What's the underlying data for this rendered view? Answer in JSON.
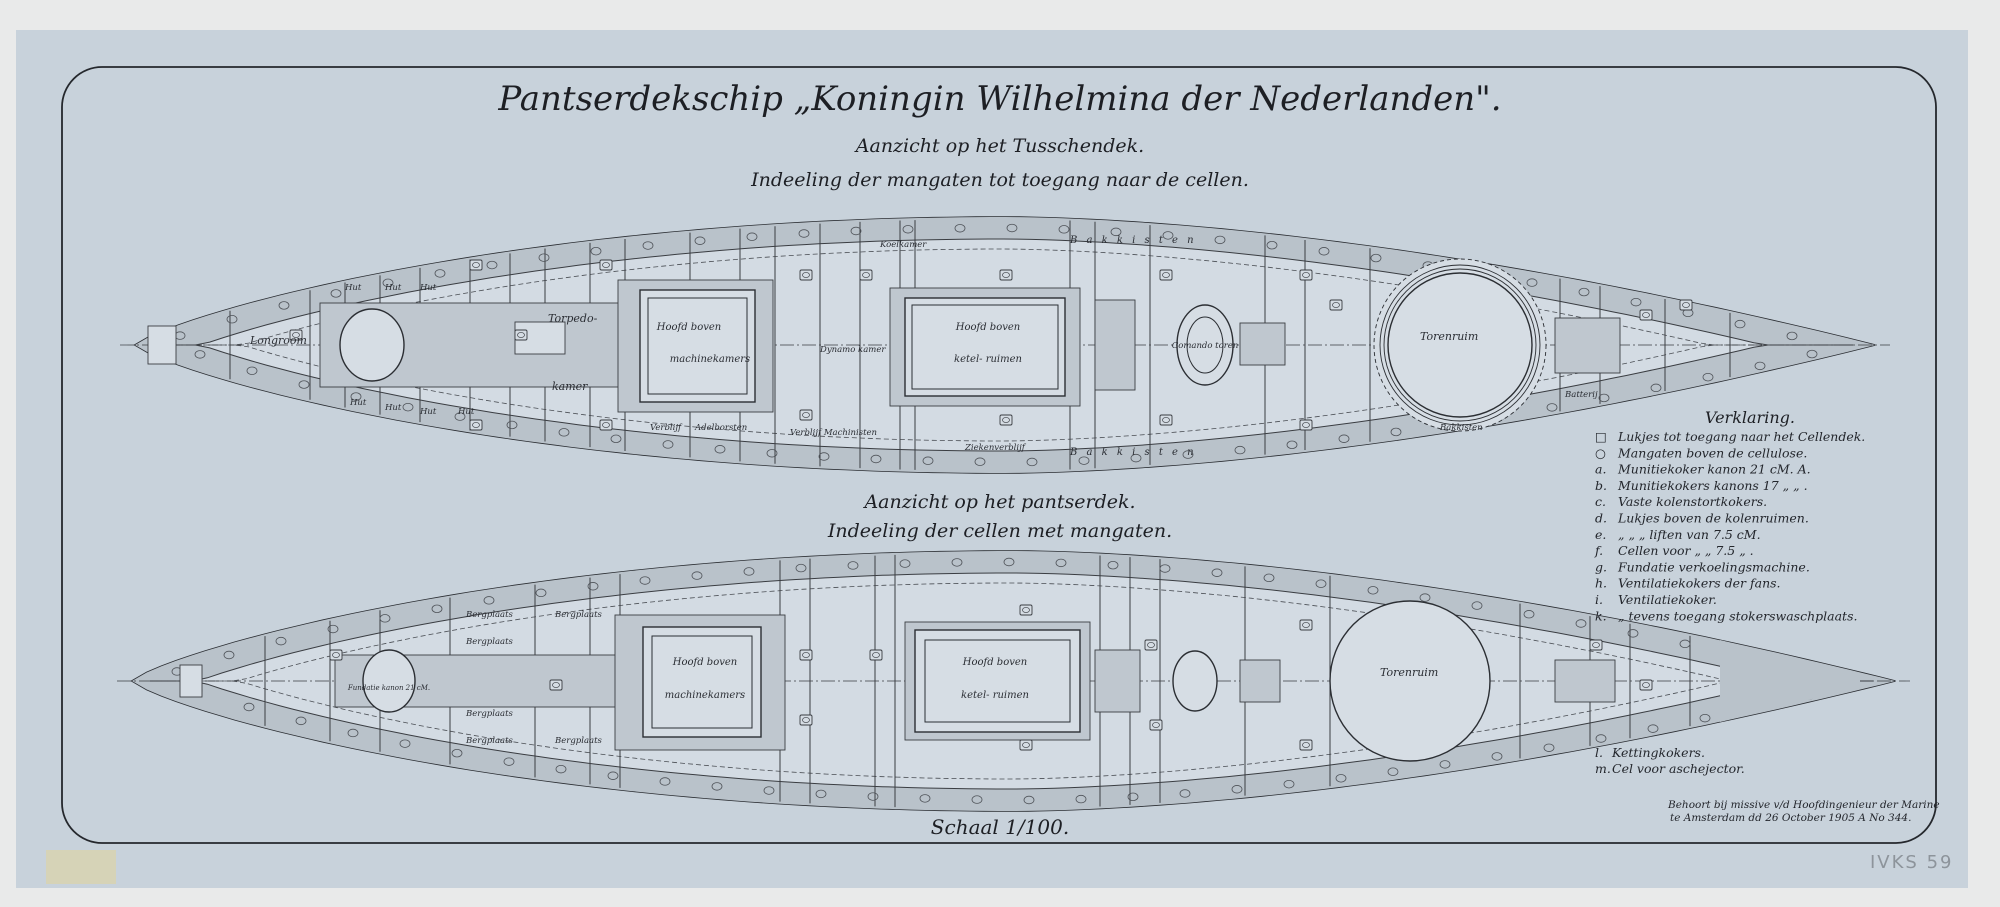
{
  "title": "Pantserdekschip „Koningin Wilhelmina der Nederlanden\".",
  "upper_view": {
    "heading": "Aanzicht op het Tusschendek.",
    "subheading": "Indeeling der mangaten tot toegang naar de cellen.",
    "labels": {
      "longroom": "Longroom",
      "torpedo": "Torpedo-",
      "kamer": "kamer",
      "machine_1": "Hoofd boven",
      "machine_2": "machinekamers",
      "boiler_1": "Hoofd   boven",
      "boiler_2": "ketel-   ruimen",
      "tower": "Torenruim",
      "conning": "Comando toren",
      "dynamo": "Dynamo kamer",
      "koelkamer": "Koelkamer",
      "verblijf_wk": "Verblijf",
      "adelborsten": "Adelborsten",
      "verblijf_mach": "Verblijf Machinisten",
      "ziekenverblijf": "Ziekenverblijf",
      "bakkisten": "Bakkisten",
      "batterij": "Batterij",
      "hut": "Hut",
      "bak_top": "B a k k i s t e n",
      "bak_bottom": "B a k k i s t e n"
    }
  },
  "lower_view": {
    "heading": "Aanzicht op het pantserdek.",
    "subheading": "Indeeling der cellen met mangaten.",
    "labels": {
      "bergplaats": "Bergplaats",
      "machine_1": "Hoofd boven",
      "machine_2": "machinekamers",
      "boiler_1": "Hoofd   boven",
      "boiler_2": "ketel-   ruimen",
      "tower": "Torenruim",
      "fundatie": "Fundatie kanon 21 cM."
    }
  },
  "legend": {
    "title": "Verklaring.",
    "items": [
      {
        "key": "□",
        "text": "Lukjes tot toegang naar het Cellendek."
      },
      {
        "key": "○",
        "text": "Mangaten boven de cellulose."
      },
      {
        "key": "a.",
        "text": "Munitiekoker kanon 21 cM. A."
      },
      {
        "key": "b.",
        "text": "Munitiekokers kanons 17  „    „ ."
      },
      {
        "key": "c.",
        "text": "Vaste kolenstortkokers."
      },
      {
        "key": "d.",
        "text": "Lukjes boven de kolenruimen."
      },
      {
        "key": "e.",
        "text": "„        „        „ liften van 7.5 cM."
      },
      {
        "key": "f.",
        "text": "Cellen voor         „     „  7.5  „ ."
      },
      {
        "key": "g.",
        "text": "Fundatie verkoelingsmachine."
      },
      {
        "key": "h.",
        "text": "Ventilatiekokers der fans."
      },
      {
        "key": "i.",
        "text": "Ventilatiekoker."
      },
      {
        "key": "k.",
        "text": "„                    tevens toegang stokerswaschplaats."
      }
    ],
    "extra_items": [
      {
        "key": "l.",
        "text": "Kettingkokers."
      },
      {
        "key": "m.",
        "text": "Cel voor aschejector."
      }
    ]
  },
  "note": {
    "line1": "Behoort bij missive v/d Hoofdingenieur der Marine",
    "line2": "te Amsterdam dd 26 October 1905 A No 344."
  },
  "scale": "Schaal 1/100.",
  "catalogue_mark": "IVKS 59",
  "colors": {
    "paper": "#c8d2db",
    "ink": "#1d1f24",
    "shade": "#b9c2ca"
  }
}
